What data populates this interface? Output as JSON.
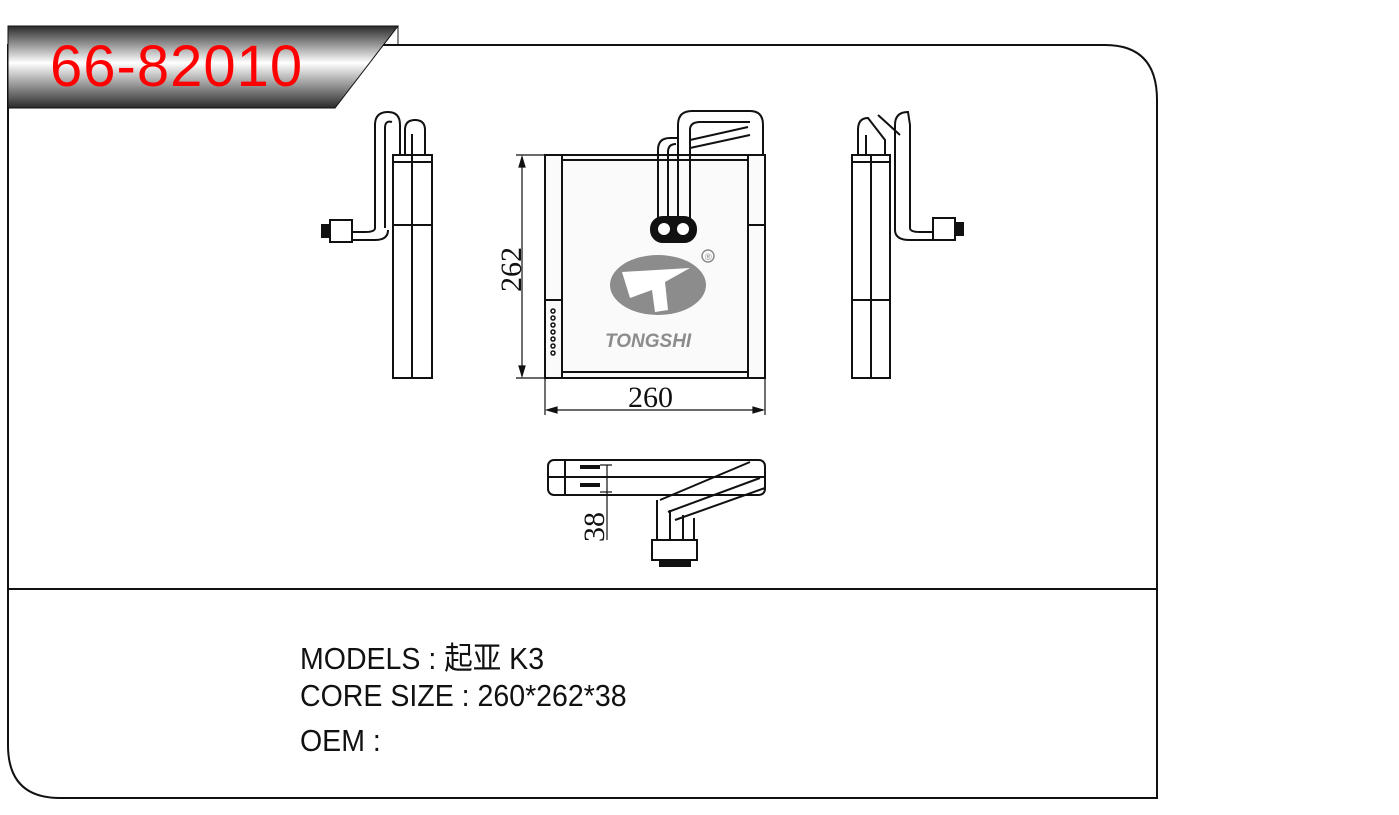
{
  "header": {
    "part_number": "66-82010"
  },
  "drawing": {
    "width_dim": "260",
    "height_dim": "262",
    "depth_dim": "38",
    "logo_text": "TONGSHI",
    "logo_mark": "®"
  },
  "specs": {
    "models": "MODELS : 起亚 K3",
    "core_size": "CORE SIZE : 260*262*38",
    "oem": "OEM :"
  },
  "colors": {
    "part_number": "#ff0000",
    "logo": "#8c8c8c"
  }
}
